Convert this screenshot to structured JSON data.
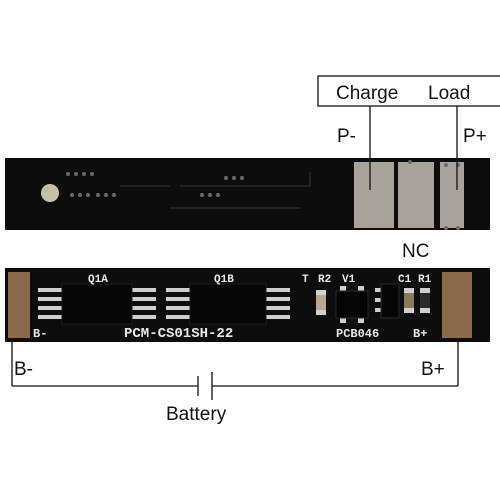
{
  "labels": {
    "charge": "Charge",
    "load": "Load",
    "p_minus": "P-",
    "p_plus": "P+",
    "nc": "NC",
    "b_minus": "B-",
    "b_plus": "B+",
    "battery": "Battery"
  },
  "silkscreen": {
    "q1a": "Q1A",
    "q1b": "Q1B",
    "t": "T",
    "r2": "R2",
    "v1": "V1",
    "c1": "C1",
    "r1": "R1",
    "b_minus": "B-",
    "b_plus": "B+",
    "model": "PCM-CS01SH-22",
    "pcb": "PCB046"
  },
  "colors": {
    "board": "#0d0d0d",
    "pad": "#a8a29a",
    "copper": "#8a6a4a",
    "silkscreen": "#e8e8e8",
    "line": "#111111"
  }
}
